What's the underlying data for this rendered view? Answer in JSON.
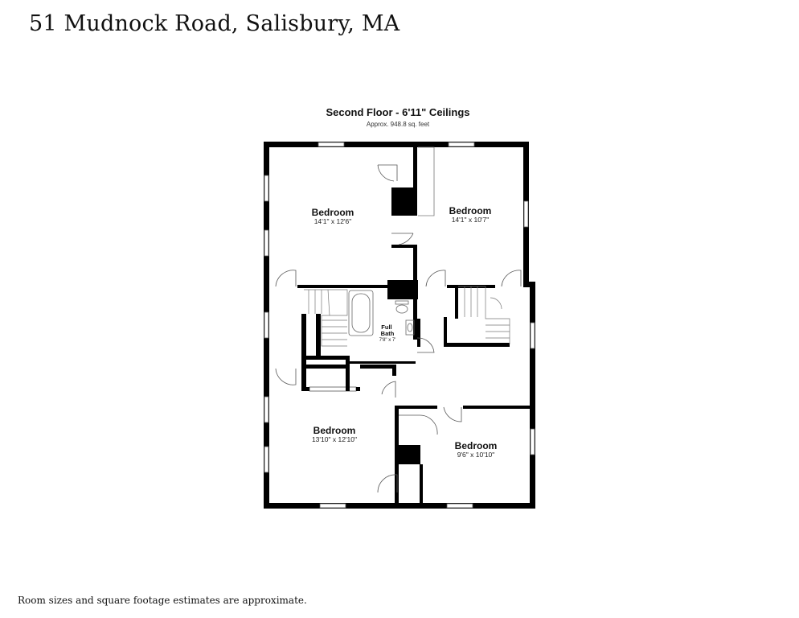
{
  "header": {
    "address": "51 Mudnock Road, Salisbury, MA"
  },
  "plan": {
    "title": "Second Floor - 6'11\" Ceilings",
    "area": "Approx. 948.8 sq. feet"
  },
  "rooms": [
    {
      "name": "Bedroom",
      "dims": "14'1\" x 12'6\""
    },
    {
      "name": "Bedroom",
      "dims": "14'1\" x 10'7\""
    },
    {
      "name": "Full\nBath",
      "dims": "7'8\" x 7'"
    },
    {
      "name": "Bedroom",
      "dims": "13'10\" x 12'10\""
    },
    {
      "name": "Bedroom",
      "dims": "9'6\" x 10'10\""
    }
  ],
  "footer": {
    "note": "Room sizes and square footage estimates are approximate."
  }
}
